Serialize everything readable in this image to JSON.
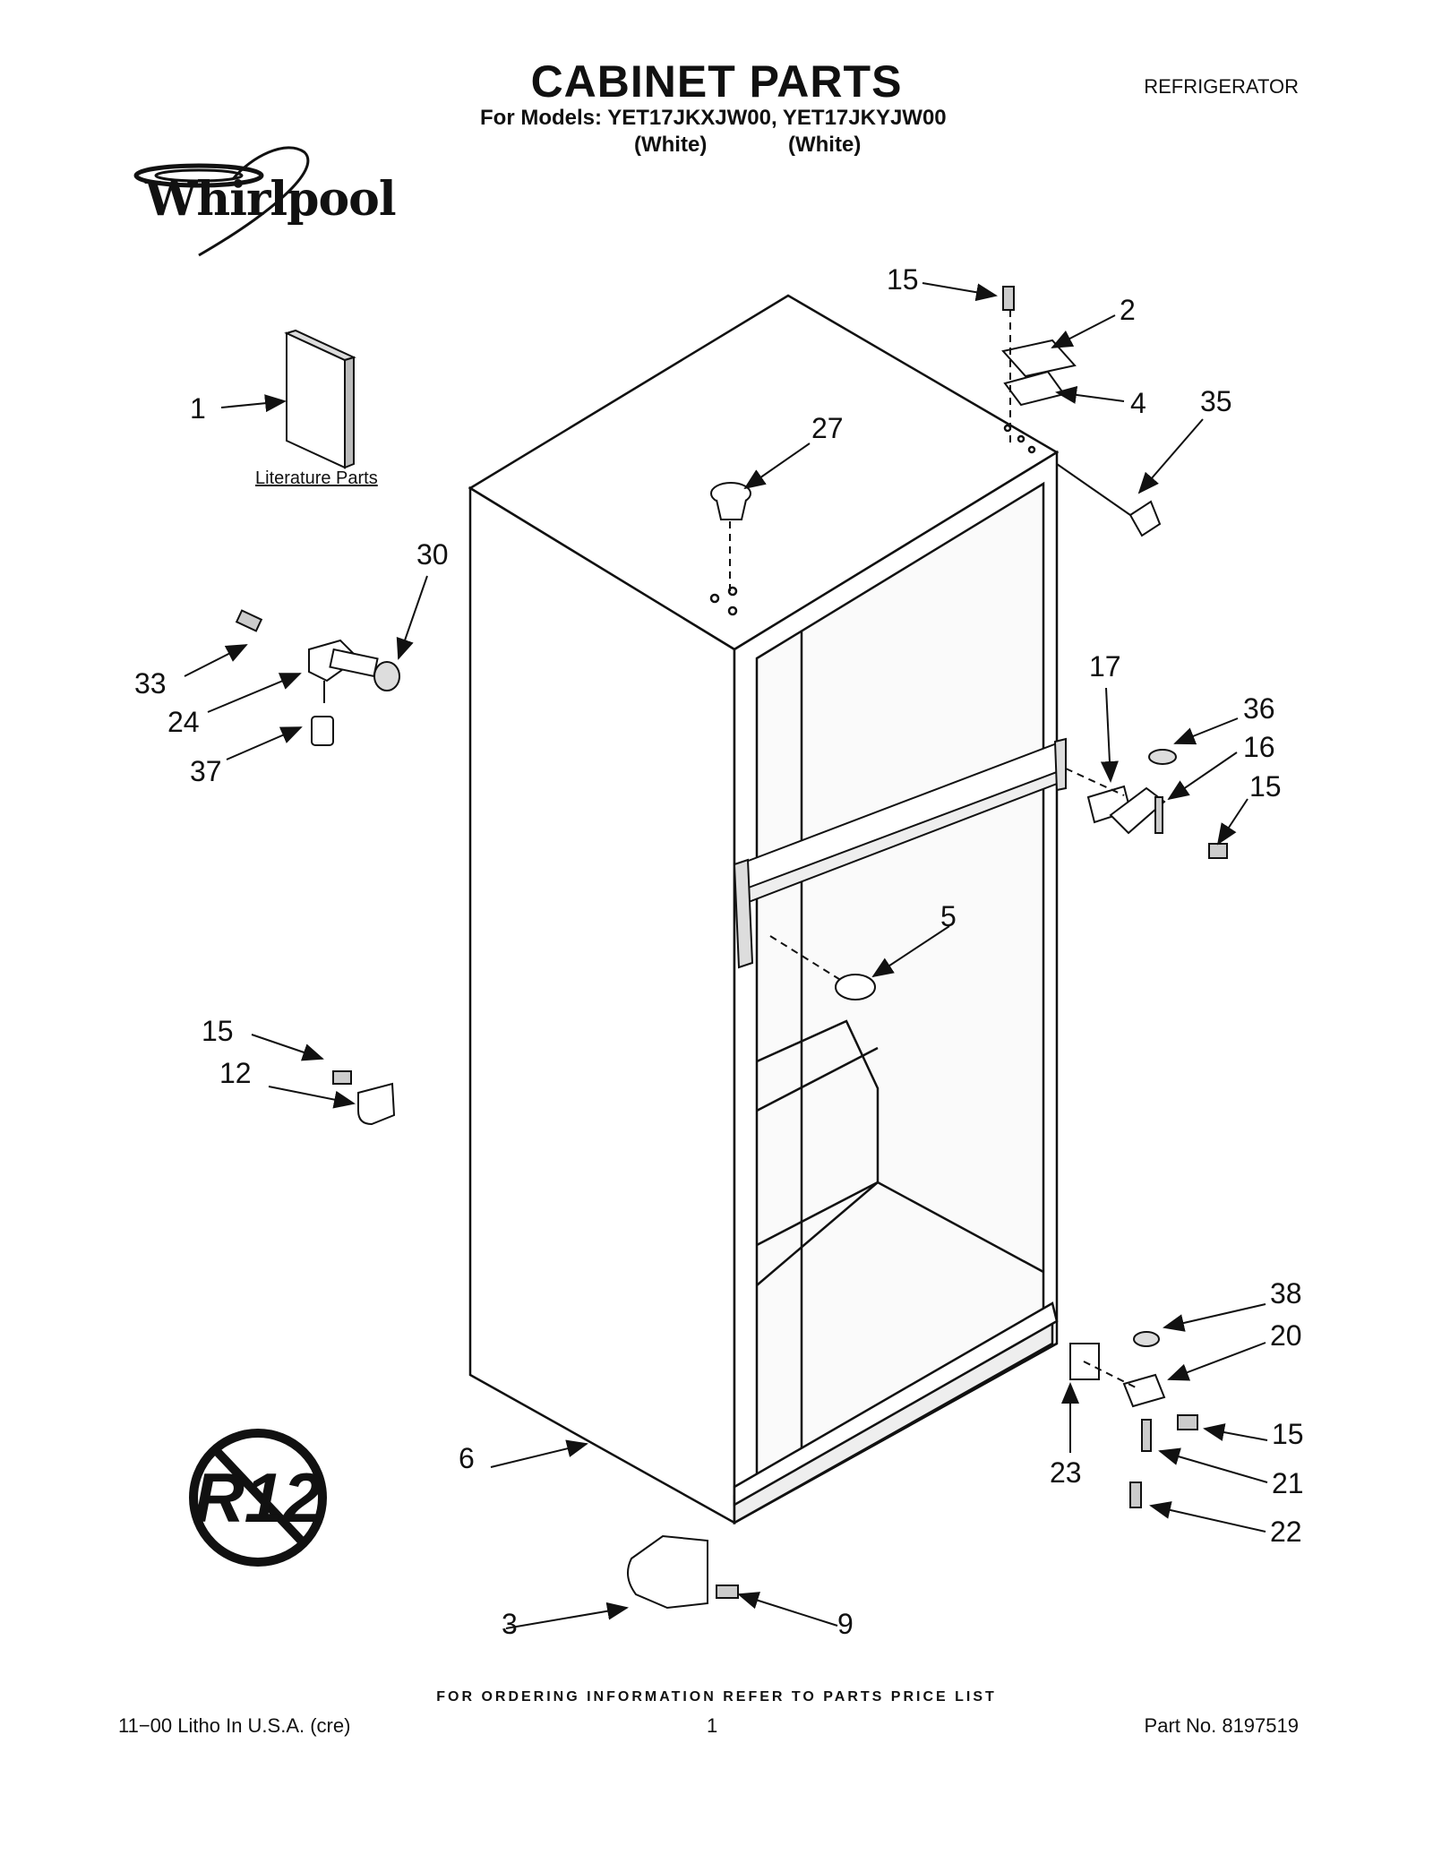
{
  "header": {
    "title": "CABINET PARTS",
    "category": "REFRIGERATOR",
    "models_line": "For Models: YET17JKXJW00, YET17JKYJW00",
    "colors": [
      "(White)",
      "(White)"
    ]
  },
  "brand": {
    "logo_text": "Whirlpool"
  },
  "literature_label": "Literature Parts",
  "badge": {
    "text": "R12"
  },
  "callouts": [
    "15",
    "2",
    "4",
    "35",
    "1",
    "27",
    "30",
    "33",
    "24",
    "37",
    "17",
    "36",
    "16",
    "15",
    "5",
    "15",
    "12",
    "38",
    "20",
    "15",
    "23",
    "21",
    "6",
    "22",
    "3",
    "9"
  ],
  "footer": {
    "notice": "FOR ORDERING INFORMATION REFER TO PARTS PRICE LIST",
    "left": "11−00 Litho In U.S.A. (cre)",
    "page": "1",
    "part_no": "Part No. 8197519"
  }
}
